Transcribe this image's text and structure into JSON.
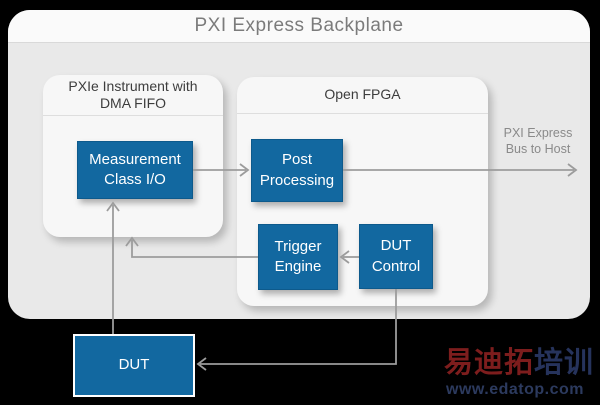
{
  "colors": {
    "page_background": "#000000",
    "panel_gray": "#e9e9e9",
    "panel_header_white": "#fafafa",
    "subpanel_white": "#f7f7f7",
    "block_blue": "#1268a0",
    "arrow_gray": "#9c9c9c",
    "title_gray": "#7b7b7b",
    "watermark_red": "#7d1d1d",
    "watermark_blue": "#26335c"
  },
  "backplane": {
    "title": "PXI Express Backplane"
  },
  "pxie_instrument": {
    "title_line1": "PXIe Instrument with",
    "title_line2": "DMA FIFO"
  },
  "open_fpga": {
    "title": "Open FPGA"
  },
  "blocks": {
    "measurement": {
      "line1": "Measurement",
      "line2": "Class I/O"
    },
    "post_processing": {
      "line1": "Post",
      "line2": "Processing"
    },
    "trigger_engine": {
      "line1": "Trigger",
      "line2": "Engine"
    },
    "dut_control": {
      "line1": "DUT",
      "line2": "Control"
    },
    "dut": {
      "label": "DUT"
    }
  },
  "annotations": {
    "bus_line1": "PXI Express",
    "bus_line2": "Bus to Host"
  },
  "watermark": {
    "text_red": "易迪拓",
    "text_blue": "培训",
    "url": "www.edatop.com"
  }
}
